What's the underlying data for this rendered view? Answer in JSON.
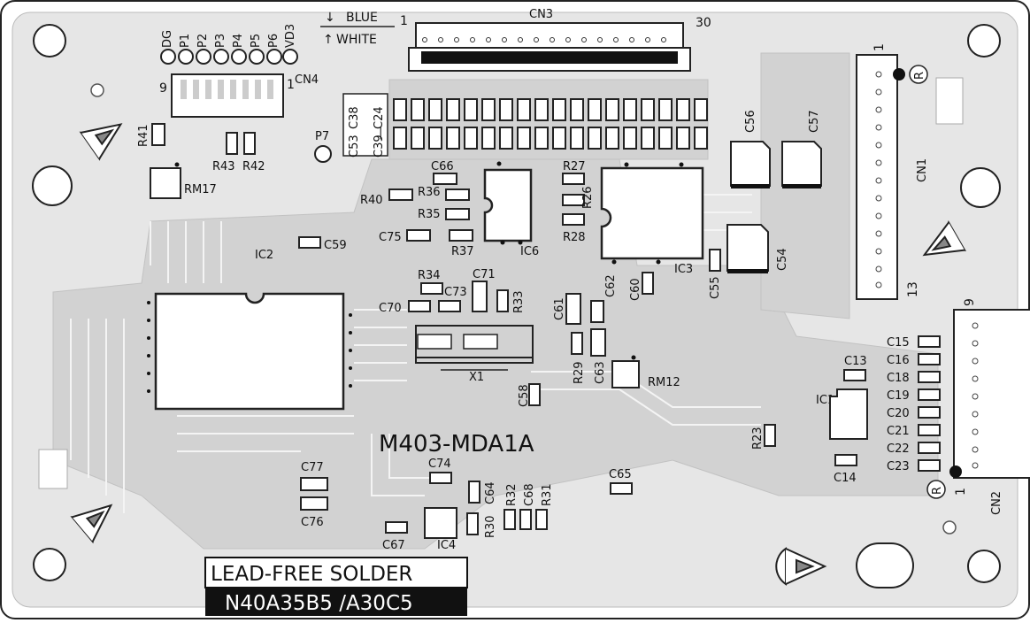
{
  "board": {
    "model": "M403-MDA1A",
    "bottom_label_line1": "LEAD-FREE SOLDER",
    "bottom_label_line2": "N40A35B5 /A30C5"
  },
  "connectors": {
    "cn3": {
      "name": "CN3",
      "pin_first": "1",
      "pin_last": "30",
      "wire_top": "BLUE",
      "wire_bottom": "WHITE",
      "arrow_down": "↓",
      "arrow_up": "↑"
    },
    "cn4": {
      "name": "CN4",
      "pin_left": "9",
      "pin_right": "1",
      "pins": [
        "DG",
        "P1",
        "P2",
        "P3",
        "P4",
        "P5",
        "P6",
        "VD3"
      ]
    },
    "cn1": {
      "name": "CN1",
      "pin_first": "1",
      "pin_last": "13"
    },
    "cn2": {
      "name": "CN2",
      "pin_first": "1",
      "pin_last": "9"
    }
  },
  "components": {
    "r41": "R41",
    "r43": "R43",
    "r42": "R42",
    "rm17": "RM17",
    "p7": "P7",
    "c53": "C53",
    "c38": "C38",
    "c39": "C39",
    "c24": "C24",
    "dash": "|",
    "c66": "C66",
    "r40": "R40",
    "r36": "R36",
    "r35": "R35",
    "c75": "C75",
    "r37": "R37",
    "ic6": "IC6",
    "r27": "R27",
    "r26": "R26",
    "r28": "R28",
    "ic3": "IC3",
    "c56": "C56",
    "c57": "C57",
    "c54": "C54",
    "c55": "C55",
    "c60": "C60",
    "ic2": "IC2",
    "c59": "C59",
    "r34": "R34",
    "c71": "C71",
    "c73": "C73",
    "r33": "R33",
    "c70": "C70",
    "c61": "C61",
    "c62": "C62",
    "x1": "X1",
    "r29": "R29",
    "c63": "C63",
    "rm12": "RM12",
    "c58": "C58",
    "c13": "C13",
    "ic1": "IC1",
    "r23": "R23",
    "c14": "C14",
    "c15": "C15",
    "c16": "C16",
    "c18": "C18",
    "c19": "C19",
    "c20": "C20",
    "c21": "C21",
    "c22": "C22",
    "c23": "C23",
    "c77": "C77",
    "c76": "C76",
    "c74": "C74",
    "c64": "C64",
    "r32": "R32",
    "c68": "C68",
    "r31": "R31",
    "r30": "R30",
    "c67": "C67",
    "ic4": "IC4",
    "c65": "C65"
  },
  "marks": {
    "ref_mark": "R"
  }
}
